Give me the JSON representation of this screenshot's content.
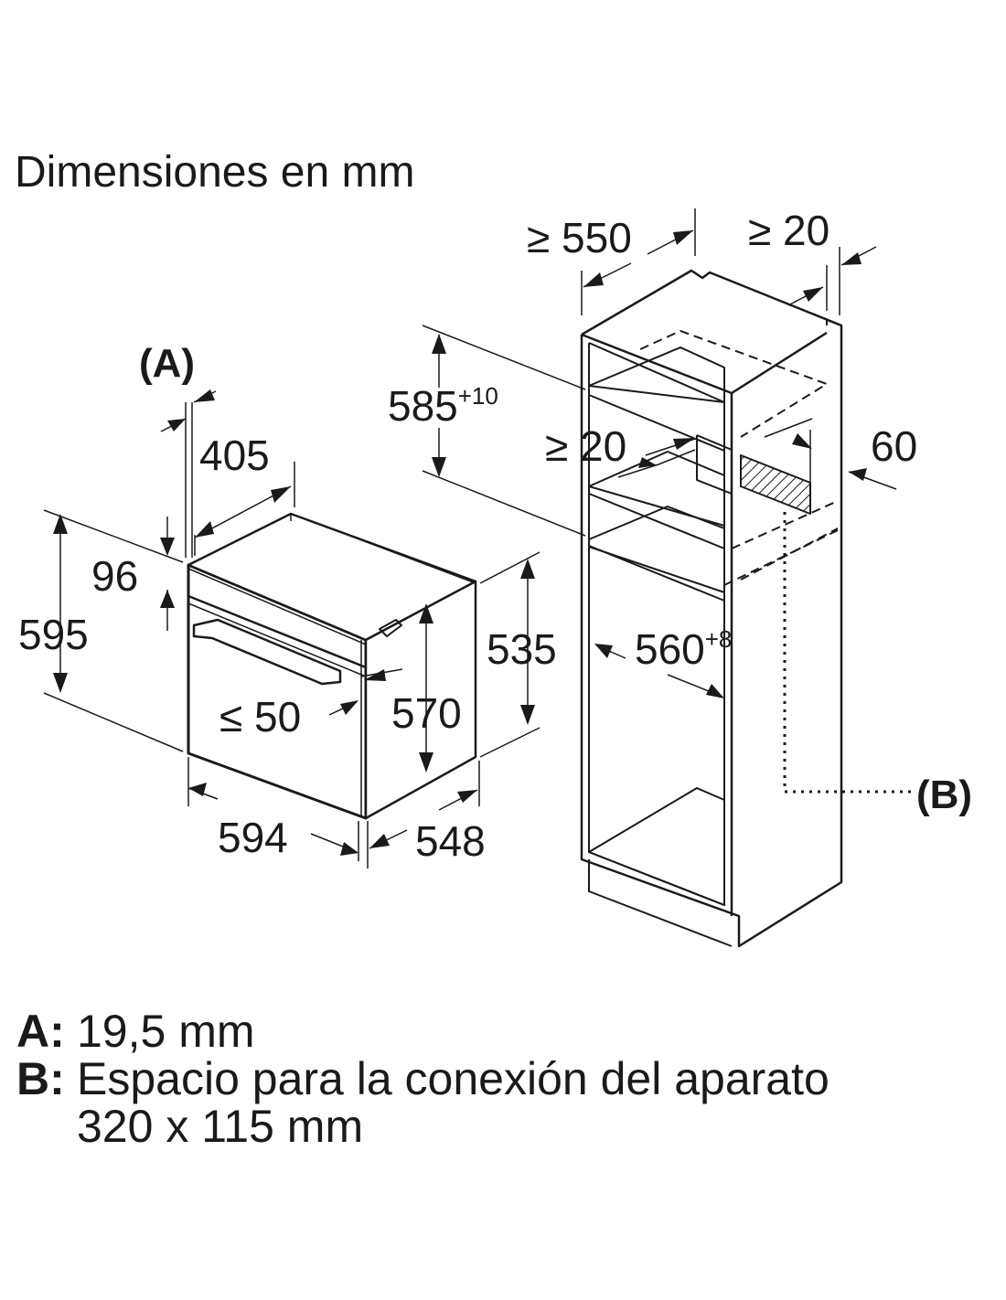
{
  "title": "Dimensiones en mm",
  "labels": {
    "callout_a": "(A)",
    "callout_b": "(B)",
    "d405": "405",
    "d96": "96",
    "d595": "595",
    "d535": "535",
    "d570": "570",
    "le50": "≤ 50",
    "d594": "594",
    "d548": "548",
    "ge550": "≥ 550",
    "ge20_top": "≥ 20",
    "d585": "585",
    "d585_tol": "+10",
    "ge20_mid": "≥ 20",
    "d60": "60",
    "d560": "560",
    "d560_tol": "+8"
  },
  "notes": [
    {
      "key": "A:",
      "text": "19,5 mm",
      "cont": ""
    },
    {
      "key": "B:",
      "text": "Espacio para la conexión del aparato",
      "cont": "320 x 115 mm"
    }
  ]
}
